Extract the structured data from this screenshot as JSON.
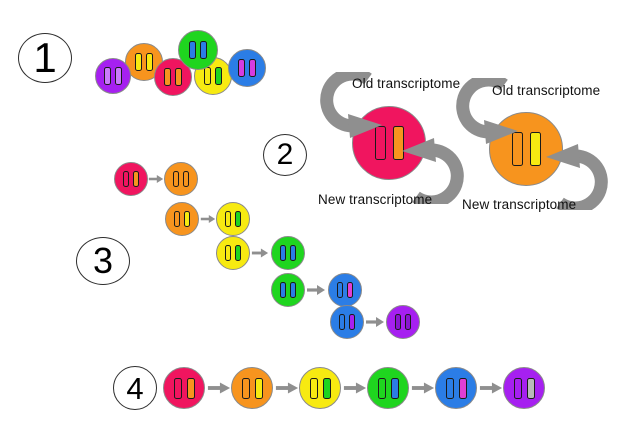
{
  "palette": {
    "background": "#ffffff",
    "arrow": "#8f8f8f",
    "cell_outline": "#8a8a8a",
    "bar_outline": "#1a1a1a",
    "pink": "#f0155f",
    "orange": "#f7941e",
    "yellow": "#f7ea11",
    "green": "#1fd51f",
    "blue": "#2b7de6",
    "purple": "#a620f0",
    "magenta": "#e03fd4",
    "gray_bar": "#b9b9b9"
  },
  "sections": {
    "one": {
      "number": "1",
      "cells": [
        {
          "id": "purple",
          "fill": "#a620f0",
          "bar1": "#c97bfb",
          "bar2": "#c97bfb"
        },
        {
          "id": "orange",
          "fill": "#f7941e",
          "bar1": "#f7ea11",
          "bar2": "#f7ea11"
        },
        {
          "id": "pink",
          "fill": "#f0155f",
          "bar1": "#f7941e",
          "bar2": "#f7941e"
        },
        {
          "id": "green",
          "fill": "#1fd51f",
          "bar1": "#2b7de6",
          "bar2": "#2b7de6"
        },
        {
          "id": "yellow",
          "fill": "#f7ea11",
          "bar1": "#f7ea11",
          "bar2": "#1fd51f"
        },
        {
          "id": "blue",
          "fill": "#2b7de6",
          "bar1": "#d53ce0",
          "bar2": "#d53ce0"
        }
      ]
    },
    "two": {
      "number": "2",
      "diagrams": [
        {
          "old_label": "Old transcriptome",
          "new_label": "New transcriptome",
          "cell": {
            "id": "pink",
            "fill": "#f0155f",
            "bar1": "#f0155f",
            "bar2": "#f7941e"
          }
        },
        {
          "old_label": "Old transcriptome",
          "new_label": "New transcriptome",
          "cell": {
            "id": "orange",
            "fill": "#f7941e",
            "bar1": "#f7941e",
            "bar2": "#f7ea11"
          }
        }
      ]
    },
    "three": {
      "number": "3",
      "rows": [
        {
          "from": {
            "id": "pink",
            "fill": "#f0155f",
            "bar1": "#f0155f",
            "bar2": "#f7941e"
          },
          "to": {
            "id": "orange",
            "fill": "#f7941e",
            "bar1": "#f7941e",
            "bar2": "#f7941e"
          }
        },
        {
          "from": {
            "id": "orange",
            "fill": "#f7941e",
            "bar1": "#f7941e",
            "bar2": "#f7ea11"
          },
          "to": {
            "id": "yellow",
            "fill": "#f7ea11",
            "bar1": "#f7ea11",
            "bar2": "#1fd51f"
          }
        },
        {
          "from": {
            "id": "yellow",
            "fill": "#f7ea11",
            "bar1": "#f7ea11",
            "bar2": "#1fd51f"
          },
          "to": {
            "id": "green",
            "fill": "#1fd51f",
            "bar1": "#2b7de6",
            "bar2": "#2b7de6"
          }
        },
        {
          "from": {
            "id": "green",
            "fill": "#1fd51f",
            "bar1": "#2b7de6",
            "bar2": "#2b7de6"
          },
          "to": {
            "id": "blue",
            "fill": "#2b7de6",
            "bar1": "#2b7de6",
            "bar2": "#e03fd4"
          }
        },
        {
          "from": {
            "id": "blue",
            "fill": "#2b7de6",
            "bar1": "#2b7de6",
            "bar2": "#a620f0"
          },
          "to": {
            "id": "purple",
            "fill": "#a620f0",
            "bar1": "#8816d0",
            "bar2": "#8816d0"
          }
        }
      ]
    },
    "four": {
      "number": "4",
      "cells": [
        {
          "id": "pink",
          "fill": "#f0155f",
          "bar1": "#f0155f",
          "bar2": "#f7941e"
        },
        {
          "id": "orange",
          "fill": "#f7941e",
          "bar1": "#f7941e",
          "bar2": "#f7ea11"
        },
        {
          "id": "yellow",
          "fill": "#f7ea11",
          "bar1": "#f7ea11",
          "bar2": "#1fd51f"
        },
        {
          "id": "green",
          "fill": "#1fd51f",
          "bar1": "#1fd51f",
          "bar2": "#2b7de6"
        },
        {
          "id": "blue",
          "fill": "#2b7de6",
          "bar1": "#2b7de6",
          "bar2": "#e03fd4"
        },
        {
          "id": "purple",
          "fill": "#a620f0",
          "bar1": "#a620f0",
          "bar2": "#b9b9b9"
        }
      ]
    }
  }
}
